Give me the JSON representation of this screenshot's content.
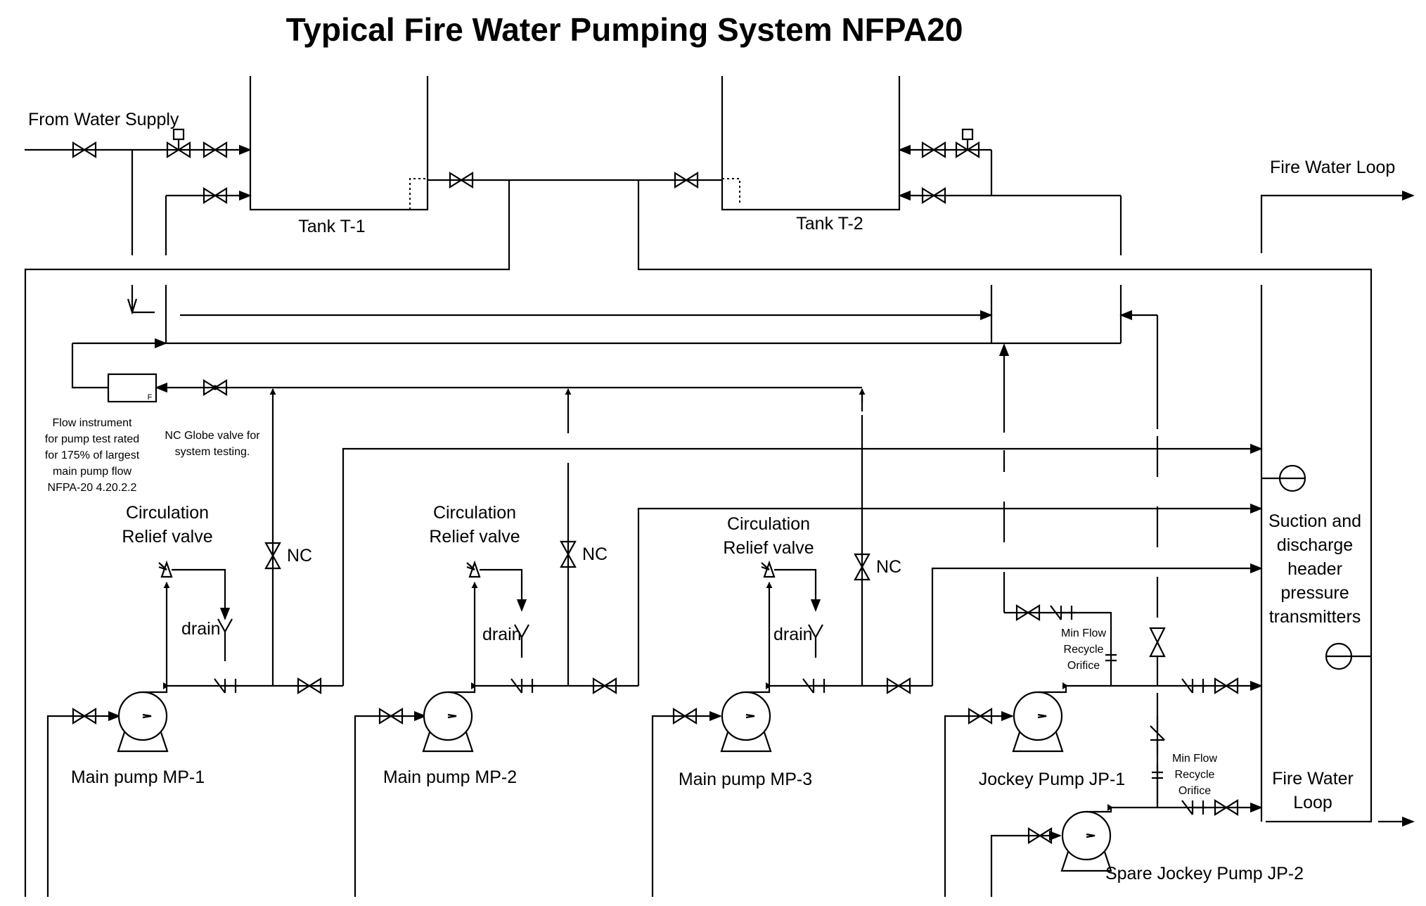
{
  "title": "Typical Fire Water Pumping System NFPA20",
  "labels": {
    "from_water_supply": "From Water Supply",
    "tank_t1": "Tank T-1",
    "tank_t2": "Tank T-2",
    "fire_water_loop_top": "Fire Water Loop",
    "fire_water_loop_bottom_1": "Fire Water",
    "fire_water_loop_bottom_2": "Loop",
    "transmitters": [
      "Suction and",
      "discharge",
      "header",
      "pressure",
      "transmitters"
    ],
    "flow_instrument_note": [
      "Flow instrument",
      "for pump test rated",
      "for 175% of largest",
      "main pump flow",
      "NFPA-20 4.20.2.2"
    ],
    "flow_instrument_tag": "F",
    "globe_valve_note": [
      "NC Globe valve for",
      "system testing."
    ],
    "circulation_relief": [
      "Circulation",
      "Relief valve"
    ],
    "drain": "drain",
    "nc": "NC",
    "min_flow_orifice": [
      "Min Flow",
      "Recycle",
      "Orifice"
    ],
    "pumps": {
      "mp1": "Main pump MP-1",
      "mp2": "Main pump MP-2",
      "mp3": "Main pump MP-3",
      "jp1": "Jockey Pump JP-1",
      "jp2": "Spare Jockey Pump JP-2"
    }
  }
}
